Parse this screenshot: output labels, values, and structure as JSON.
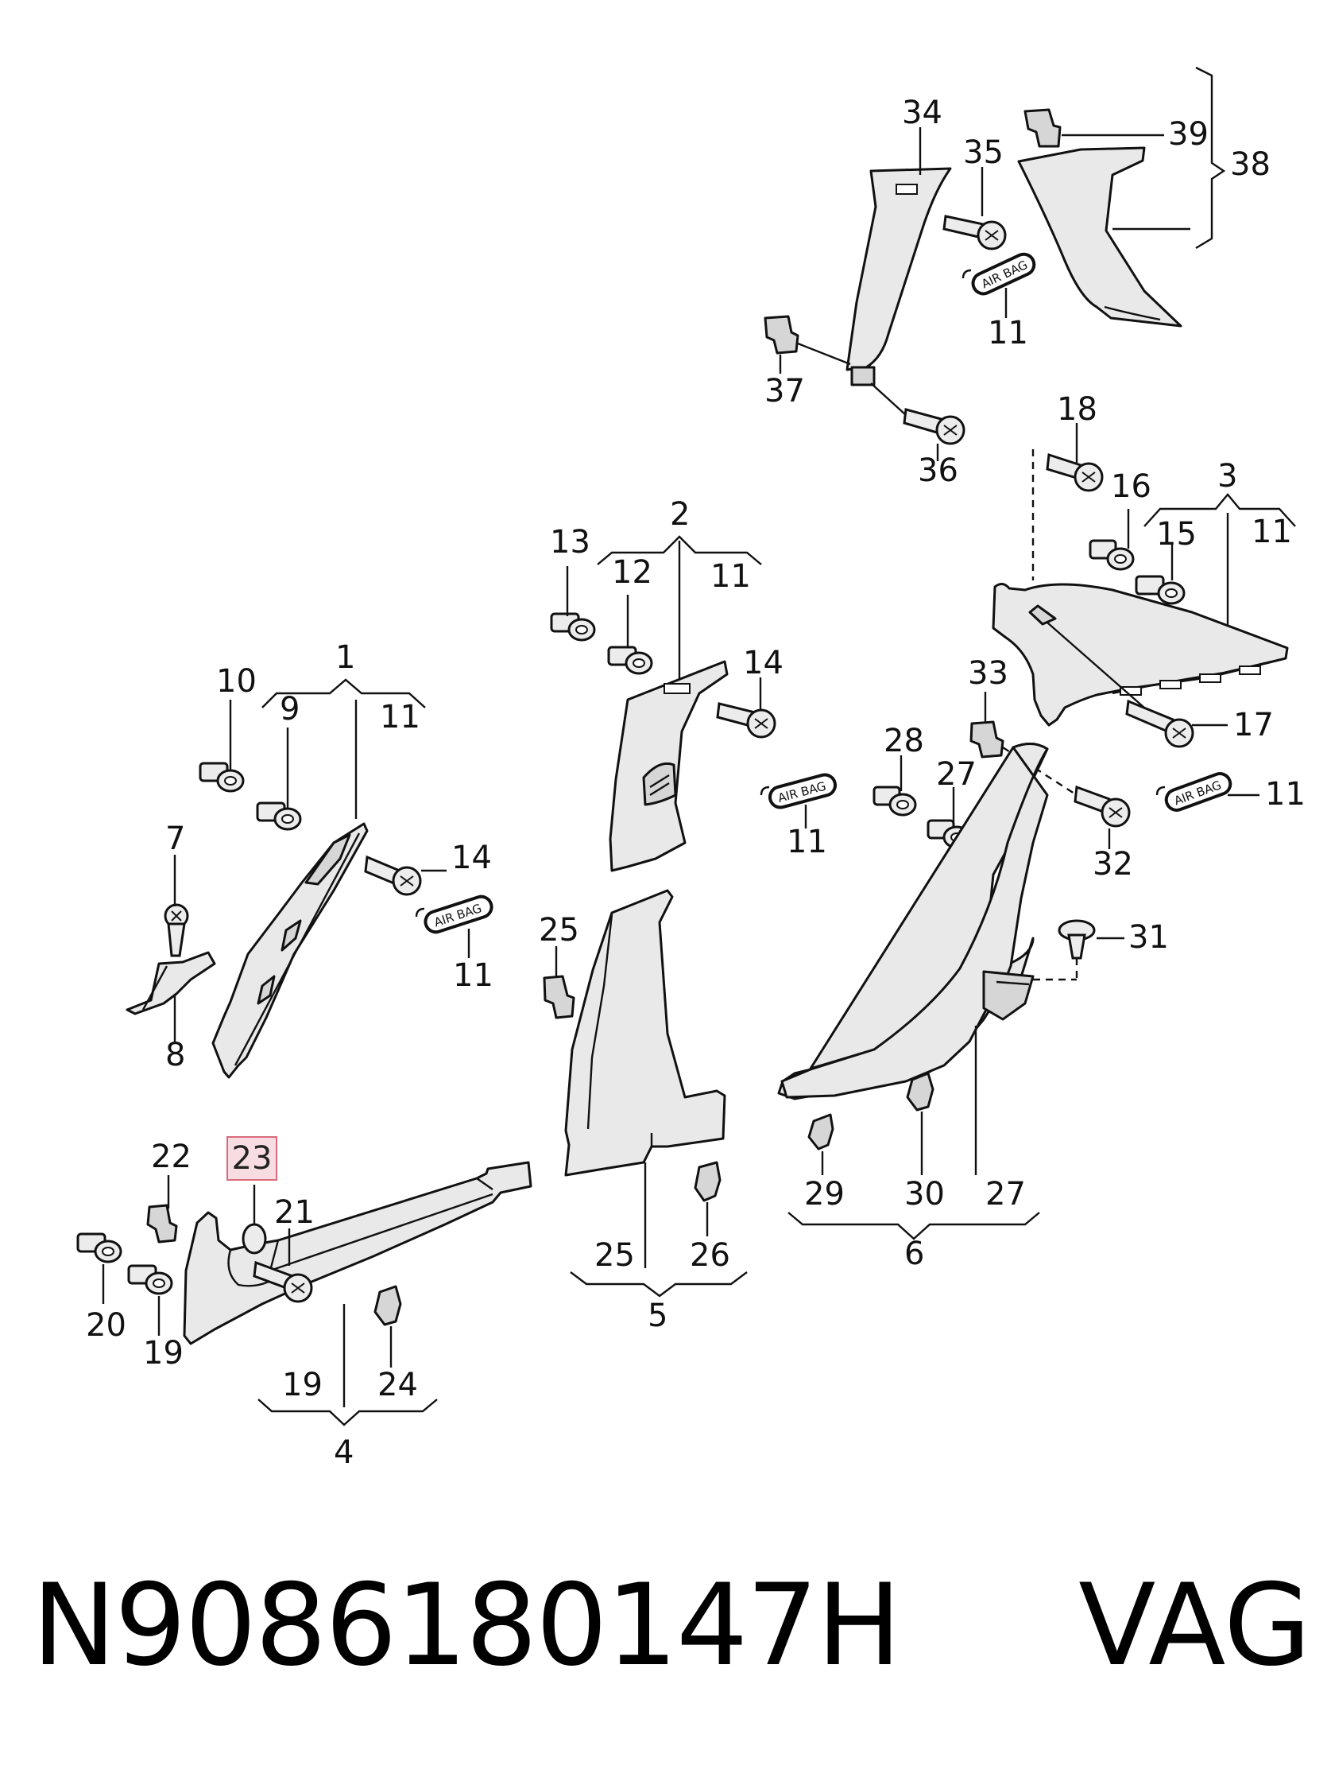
{
  "footer": {
    "part_number": "N9086180147H",
    "brand": "VAG"
  },
  "highlight": {
    "label": "23"
  },
  "airbag_badge": {
    "text": "AIR BAG"
  },
  "callouts": {
    "c34": "34",
    "c35": "35",
    "c39": "39",
    "c38": "38",
    "c11_top": "11",
    "c37": "37",
    "c36": "36",
    "c18": "18",
    "c16": "16",
    "c3": "3",
    "c15": "15",
    "c11_g3": "11",
    "c13": "13",
    "c2": "2",
    "c12": "12",
    "c11_g2": "11",
    "c14_b": "14",
    "c11_b": "11",
    "c33": "33",
    "c17": "17",
    "c28": "28",
    "c27_top": "27",
    "c11_r": "11",
    "c32": "32",
    "c1": "1",
    "c10": "10",
    "c9": "9",
    "c11_g1": "11",
    "c14_a": "14",
    "c11_a": "11",
    "c7": "7",
    "c8": "8",
    "c25_top": "25",
    "c31": "31",
    "c22": "22",
    "c21": "21",
    "c20": "20",
    "c19_l": "19",
    "c24": "24",
    "c19_b": "19",
    "c4": "4",
    "c25_b": "25",
    "c26": "26",
    "c5": "5",
    "c29": "29",
    "c30": "30",
    "c27_b": "27",
    "c6": "6"
  }
}
